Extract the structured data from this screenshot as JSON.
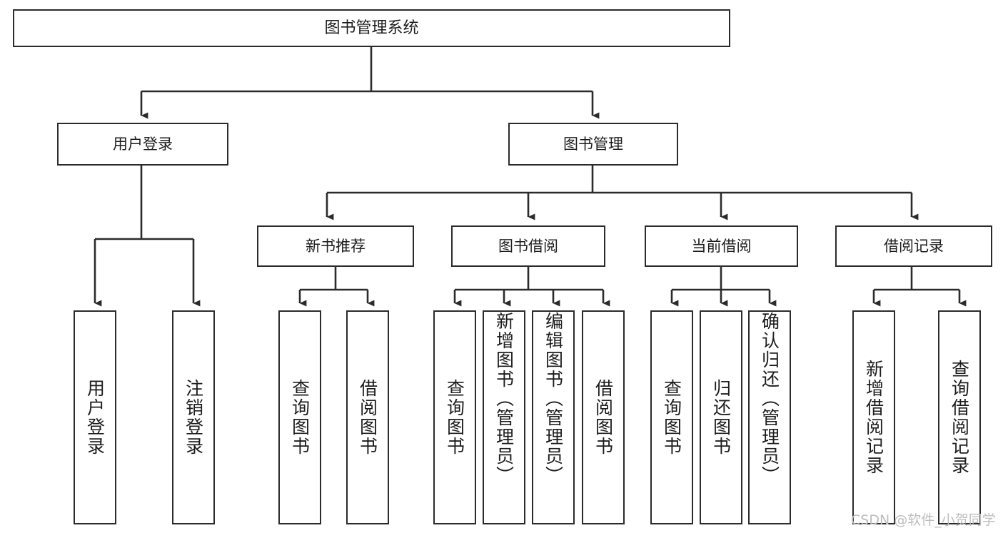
{
  "diagram": {
    "title": "图书管理系统",
    "type": "hierarchy-tree",
    "orientation": "top-down",
    "colors": {
      "box_border": "#2b2b2b",
      "box_fill": "#ffffff",
      "connector": "#2b2b2b",
      "text": "#1d1d1d",
      "watermark": "#bdbdbd"
    }
  },
  "nodes": {
    "root": {
      "label": "图书管理系统"
    },
    "level2": [
      {
        "id": "user-login",
        "label": "用户登录"
      },
      {
        "id": "book-manage",
        "label": "图书管理"
      }
    ],
    "level3": [
      {
        "id": "new-book-recommend",
        "label": "新书推荐"
      },
      {
        "id": "book-borrow",
        "label": "图书借阅"
      },
      {
        "id": "current-borrow",
        "label": "当前借阅"
      },
      {
        "id": "borrow-record",
        "label": "借阅记录"
      }
    ],
    "leaves": {
      "user-login": [
        {
          "id": "leaf-user-login",
          "label": "用户登录"
        },
        {
          "id": "leaf-logout-login",
          "label": "注销登录"
        }
      ],
      "new-book-recommend": [
        {
          "id": "leaf-query-book-1",
          "label": "查询图书"
        },
        {
          "id": "leaf-borrow-book-1",
          "label": "借阅图书"
        }
      ],
      "book-borrow": [
        {
          "id": "leaf-query-book-2",
          "label": "查询图书"
        },
        {
          "id": "leaf-add-book-admin",
          "label": "新增图书（管理员）"
        },
        {
          "id": "leaf-edit-book-admin",
          "label": "编辑图书（管理员）"
        },
        {
          "id": "leaf-borrow-book-2",
          "label": "借阅图书"
        }
      ],
      "current-borrow": [
        {
          "id": "leaf-query-book-3",
          "label": "查询图书"
        },
        {
          "id": "leaf-return-book",
          "label": "归还图书"
        },
        {
          "id": "leaf-confirm-return-admin",
          "label": "确认归还（管理员）"
        }
      ],
      "borrow-record": [
        {
          "id": "leaf-add-borrow-record",
          "label": "新增借阅记录"
        },
        {
          "id": "leaf-query-borrow-record",
          "label": "查询借阅记录"
        }
      ]
    }
  },
  "watermark": {
    "text": "CSDN @软件_小贺同学"
  }
}
